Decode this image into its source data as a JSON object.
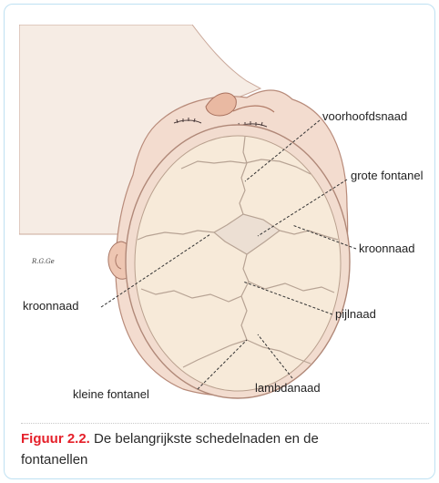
{
  "figure": {
    "labels": {
      "voorhoofdsnaad": "voorhoofdsnaad",
      "grote_fontanel": "grote fontanel",
      "kroonnaad_right": "kroonnaad",
      "kroonnaad_left": "kroonnaad",
      "pijlnaad": "pijlnaad",
      "lambdanaad": "lambdanaad",
      "kleine_fontanel": "kleine fontanel"
    },
    "artist_signature": "R.G.Ge"
  },
  "caption": {
    "number": "Figuur 2.2.",
    "text": " De belangrijkste schedelnaden en de fontanellen"
  },
  "colors": {
    "caption_number": "#e5202a",
    "border": "#bfe1f2",
    "skin": "#f3dccf",
    "bone": "#f7ead9"
  }
}
